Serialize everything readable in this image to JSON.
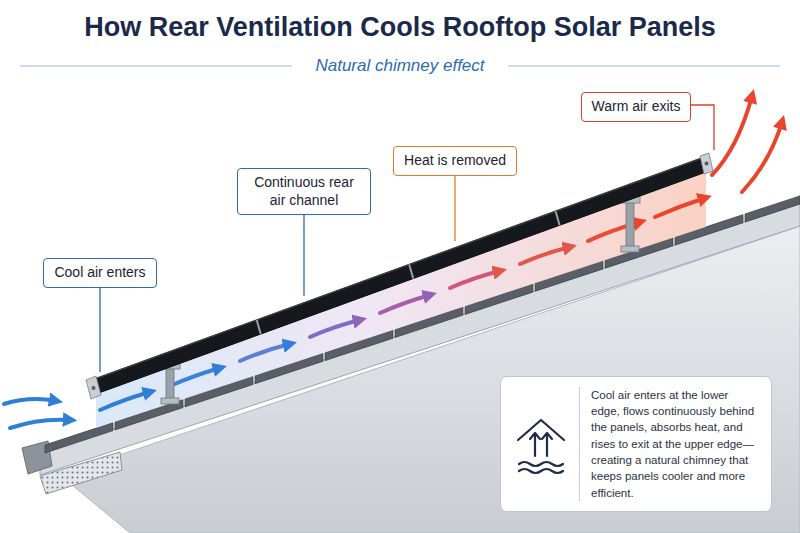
{
  "diagram": {
    "title": "How Rear Ventilation Cools Rooftop Solar Panels",
    "nodes": [
      {
        "text": [
          "Cool air enters"
        ]
      },
      {
        "text": [
          "Continuous rear air channel"
        ]
      },
      {
        "text": [
          "Heat is removed"
        ]
      },
      {
        "text": [
          "Warm air exits"
        ]
      },
      {
        "text": [
          "Cool air enters at the lower edge, flows continuously behind the panels, absorbs heat, and rises to exit at the upper edge—creating a natural chimney that keeps panels cooler and more efficient."
        ]
      }
    ],
    "labels": [
      "Natural chimney effect"
    ]
  }
}
